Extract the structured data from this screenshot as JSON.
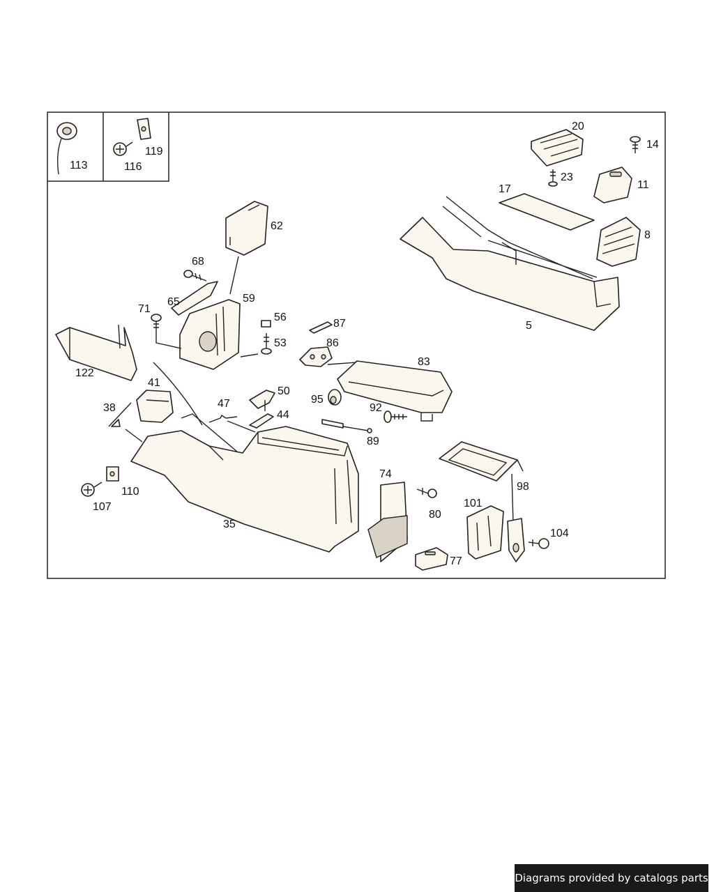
{
  "labels": {
    "p113": "113",
    "p116": "116",
    "p119": "119",
    "p20": "20",
    "p14": "14",
    "p23": "23",
    "p11": "11",
    "p17": "17",
    "p8": "8",
    "p5": "5",
    "p62": "62",
    "p68": "68",
    "p65": "65",
    "p59": "59",
    "p71": "71",
    "p56": "56",
    "p87": "87",
    "p53": "53",
    "p86": "86",
    "p83": "83",
    "p122": "122",
    "p41": "41",
    "p50": "50",
    "p95": "95",
    "p38": "38",
    "p47": "47",
    "p92": "92",
    "p44": "44",
    "p89": "89",
    "p110": "110",
    "p107": "107",
    "p35": "35",
    "p74": "74",
    "p98": "98",
    "p80": "80",
    "p101": "101",
    "p104": "104",
    "p77": "77"
  },
  "watermark": "Diagrams provided by catalogs parts"
}
